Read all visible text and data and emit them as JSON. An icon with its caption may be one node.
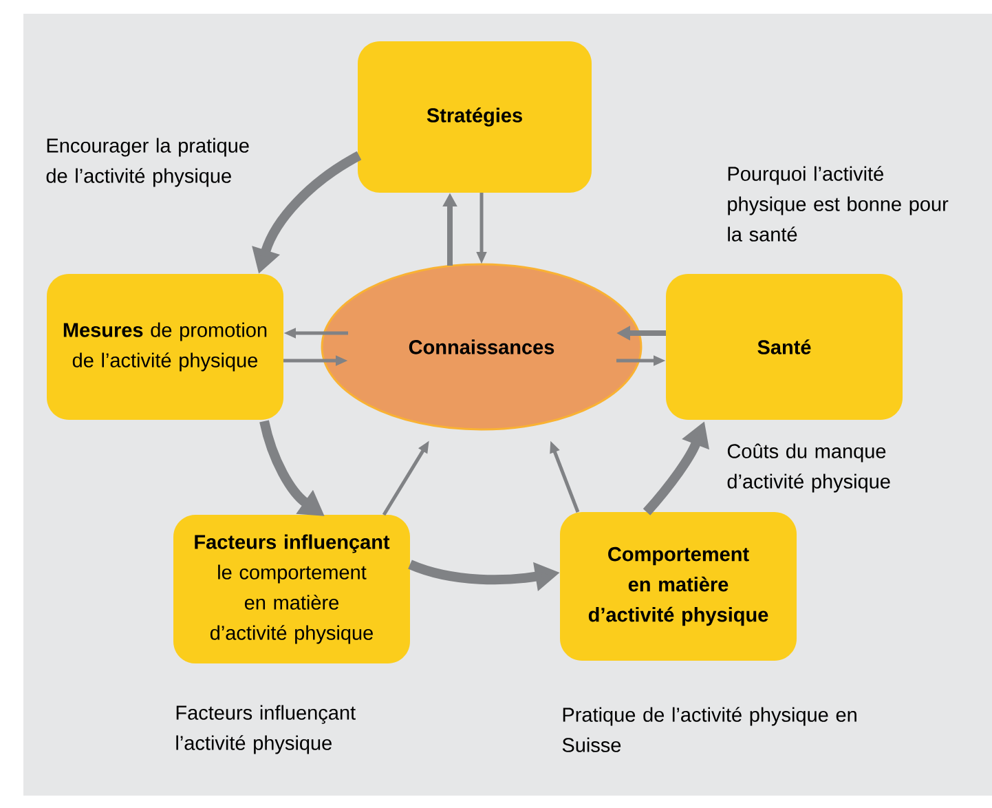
{
  "diagram": {
    "nodes": [
      {
        "text": [
          "Stratégies"
        ]
      },
      {
        "text": [
          "**Mesures** de promotion de l’activité physique"
        ]
      },
      {
        "text": [
          "Connaissances"
        ]
      },
      {
        "text": [
          "Santé"
        ],
        "beside": [
          "Pourquoi l’activité physique est bonne pour la santé",
          "Coûts du manque d’activité physique"
        ]
      },
      {
        "text": [
          "**Facteurs influençant** le comportement en matière d’activité physique"
        ],
        "beside": [
          "Facteurs influençant l’activité physique"
        ]
      },
      {
        "text": [
          "Comportement en matière d’activité physique"
        ],
        "beside": [
          "Pratique de l’activité physique en Suisse"
        ]
      }
    ],
    "edges": [
      {
        "from": 0,
        "to": 1,
        "arrow": "to",
        "style": "thick"
      },
      {
        "from": 1,
        "to": 4,
        "arrow": "to",
        "style": "thick"
      },
      {
        "from": 4,
        "to": 5,
        "arrow": "to",
        "style": "thick"
      },
      {
        "from": 5,
        "to": 3,
        "arrow": "to",
        "style": "thick"
      },
      {
        "from": 2,
        "to": 0,
        "arrow": "to"
      },
      {
        "from": 0,
        "to": 2,
        "arrow": "to"
      },
      {
        "from": 2,
        "to": 1,
        "arrow": "to"
      },
      {
        "from": 1,
        "to": 2,
        "arrow": "to"
      },
      {
        "from": 3,
        "to": 2,
        "arrow": "to"
      },
      {
        "from": 2,
        "to": 3,
        "arrow": "to"
      },
      {
        "from": 4,
        "to": 2,
        "arrow": "to"
      },
      {
        "from": 5,
        "to": 2,
        "arrow": "to"
      }
    ],
    "labels": [
      "Encourager la pratique de l’activité physique"
    ]
  }
}
